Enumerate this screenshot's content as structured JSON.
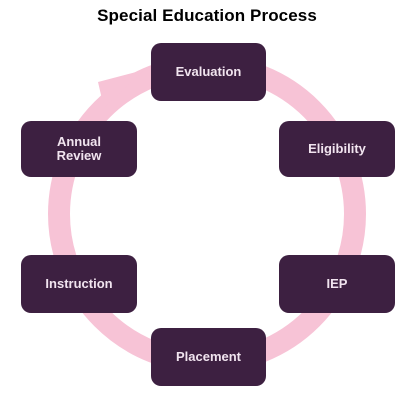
{
  "title": "Special Education Process",
  "colors": {
    "node_fill": "#3d2041",
    "node_text": "#f1e4ef",
    "ring": "#f7c3d6",
    "background": "#ffffff"
  },
  "nodes": [
    {
      "id": "evaluation",
      "label": "Evaluation"
    },
    {
      "id": "eligibility",
      "label": "Eligibility"
    },
    {
      "id": "iep",
      "label": "IEP"
    },
    {
      "id": "placement",
      "label": "Placement"
    },
    {
      "id": "instruction",
      "label": "Instruction"
    },
    {
      "id": "annual-review",
      "label": "Annual\nReview"
    }
  ],
  "flow_direction": "clockwise",
  "arrow_into": "evaluation"
}
